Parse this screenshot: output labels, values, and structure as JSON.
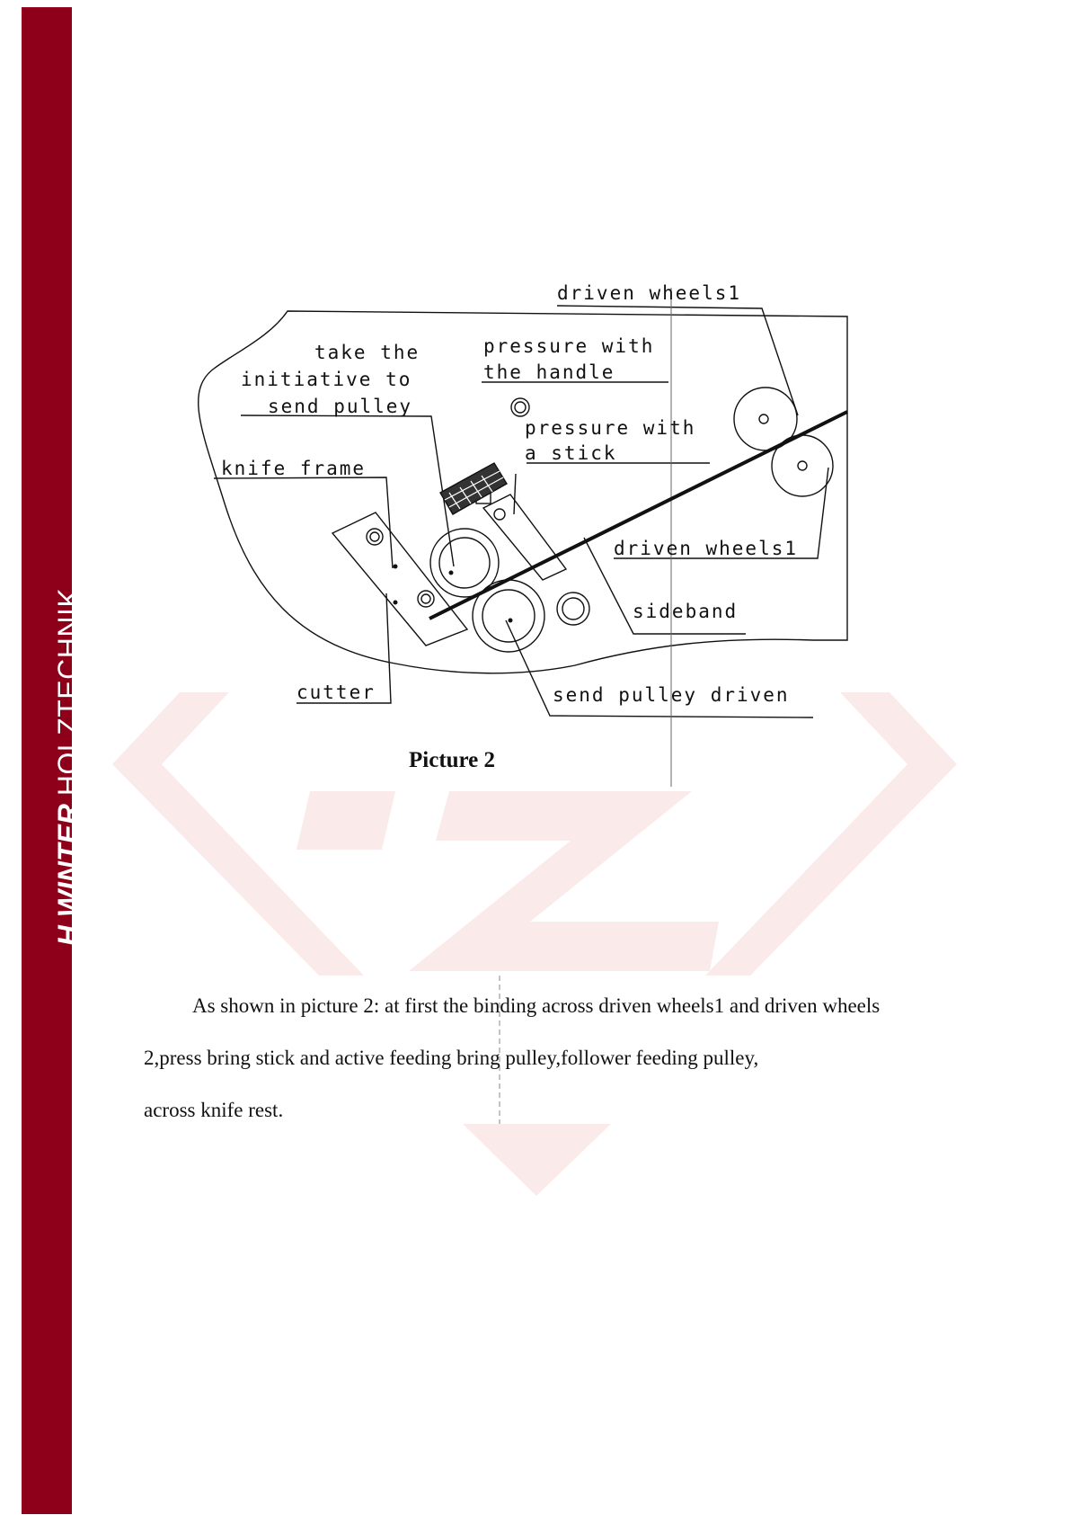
{
  "brand": {
    "name_bold": "H.WINTER",
    "name_light": "HOLZTECHNIK",
    "color": "#8e0019"
  },
  "figure": {
    "labels": {
      "driven_wheels1_top": "driven wheels1",
      "take_initiative_line1": "take the",
      "take_initiative_line2": "initiative to",
      "take_initiative_line3": "send pulley",
      "pressure_handle_line1": "pressure with",
      "pressure_handle_line2": "the handle",
      "pressure_stick_line1": "pressure with",
      "pressure_stick_line2": "a stick",
      "knife_frame": "knife frame",
      "driven_wheels1_lower": "driven wheels1",
      "sideband": "sideband",
      "cutter": "cutter",
      "send_pulley_driven": "send pulley driven"
    },
    "caption": "Picture 2"
  },
  "body": {
    "paragraph_line1": "As shown in picture 2: at first the binding across driven wheels1 and driven wheels",
    "paragraph_line2": "2,press bring stick and active feeding bring pulley,follower feeding pulley,",
    "paragraph_line3": "across knife rest."
  }
}
